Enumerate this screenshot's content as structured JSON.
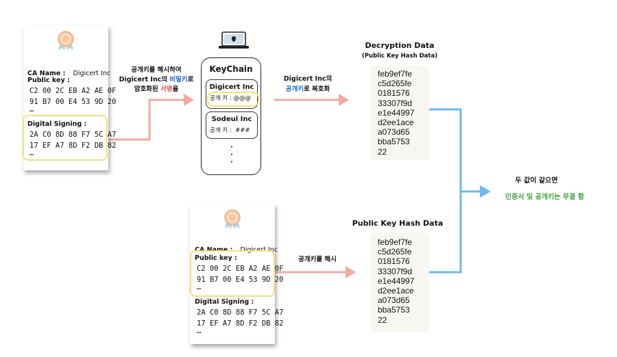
{
  "doc1": {
    "ca_label": "CA Name :",
    "ca_value": "Digicert Inc",
    "pubkey_label": "Public key :",
    "pubkey_lines": [
      "C2 00 2C EB A2 AE 0F",
      "91 B7 00 E4 53 9D 20",
      "…"
    ],
    "signing_label": "Digital Signing :",
    "signing_lines": [
      "2A C0 8D 88 F7 5C A7",
      "17 EF A7 8D F2 DB 82",
      "…"
    ]
  },
  "doc2": {
    "ca_label": "CA Name :",
    "ca_value": "Digicert Inc",
    "pubkey_label": "Public key :",
    "pubkey_lines": [
      "C2 00 2C EB A2 AE 0F",
      "91 B7 00 E4 53 9D 20",
      "…"
    ],
    "signing_label": "Digital Signing :",
    "signing_lines": [
      "2A C0 8D 88 F7 5C A7",
      "17 EF A7 8D F2 DB 82",
      "…"
    ]
  },
  "arrow1_text": {
    "line1": "공개키를 해시하여",
    "line2_a": "Digicert Inc의 ",
    "line2_b": "비밀키",
    "line2_c": "로",
    "line3_a": "암호화된 ",
    "line3_b": "서명",
    "line3_c": "을"
  },
  "keychain": {
    "title": "KeyChain",
    "entry1_name": "Digicert Inc",
    "entry1_key": "공개 키 : @@@",
    "entry2_name": "Sodeul Inc",
    "entry2_key": "공개 키 :  ###",
    "dots": [
      "·",
      "·",
      "·"
    ]
  },
  "arrow2_text": {
    "line1": "Digicert Inc의",
    "line2_a": "공개키",
    "line2_b": "로 복호화"
  },
  "decryption": {
    "title": "Decryption Data",
    "subtitle": "(Public Key Hash Data)",
    "lines": [
      "feb9ef7fe",
      "c5d265fe",
      "0181576",
      "33307f9d",
      "e1e44997",
      "d2ee1ace",
      "a073d65",
      "bba5753",
      "22"
    ]
  },
  "hash_title": "Public Key Hash Data",
  "hash": {
    "lines": [
      "feb9ef7fe",
      "c5d265fe",
      "0181576",
      "33307f9d",
      "e1e44997",
      "d2ee1ace",
      "a073d65",
      "bba5753",
      "22"
    ]
  },
  "arrow3_text": "공개키를 해시",
  "result": {
    "line1": "두 값이 같으면",
    "line2": "인증서 및 공개키는 무결 함"
  },
  "colors": {
    "arrow_red": "#f3a9a0",
    "arrow_blue": "#6cb8f0",
    "ring": "#f2e27a",
    "accent_blue": "#1e66d8",
    "accent_red": "#e8524a",
    "accent_green": "#3aa63a"
  }
}
